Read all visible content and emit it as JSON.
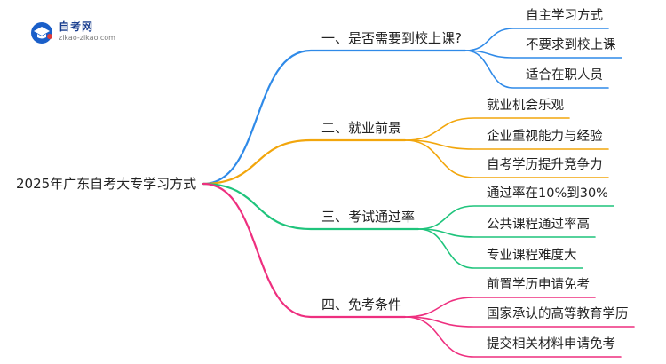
{
  "logo": {
    "title": "自考网",
    "subtitle": "zikao-zikao.com",
    "icon": "graduation-cap-icon",
    "colors": {
      "primary": "#1a5fc9",
      "accent": "#e03a3a"
    }
  },
  "mindmap": {
    "root": "2025年广东自考大专学习方式",
    "branches": [
      {
        "label": "一、是否需要到校上课?",
        "color": "#2f8ae8",
        "children": [
          "自主学习方式",
          "不要求到校上课",
          "适合在职人员"
        ]
      },
      {
        "label": "二、就业前景",
        "color": "#f2a60c",
        "children": [
          "就业机会乐观",
          "企业重视能力与经验",
          "自考学历提升竞争力"
        ]
      },
      {
        "label": "三、考试通过率",
        "color": "#1fc47c",
        "children": [
          "通过率在10%到30%",
          "公共课程通过率高",
          "专业课程难度大"
        ]
      },
      {
        "label": "四、免考条件",
        "color": "#ee2f7f",
        "children": [
          "前置学历申请免考",
          "国家承认的高等教育学历",
          "提交相关材料申请免考"
        ]
      }
    ]
  }
}
